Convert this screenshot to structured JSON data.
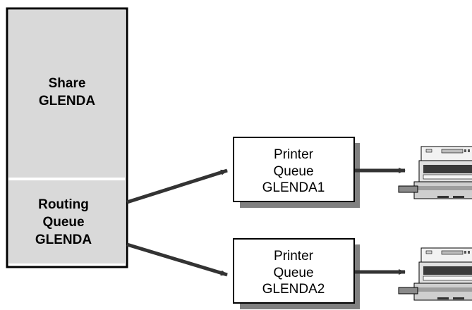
{
  "share": {
    "line1": "Share",
    "line2": "GLENDA"
  },
  "routing_queue": {
    "line1": "Routing",
    "line2": "Queue",
    "line3": "GLENDA"
  },
  "printer_queues": [
    {
      "line1": "Printer",
      "line2": "Queue",
      "line3": "GLENDA1"
    },
    {
      "line1": "Printer",
      "line2": "Queue",
      "line3": "GLENDA2"
    }
  ],
  "icons": {
    "printer": "printer-icon"
  },
  "colors": {
    "server_fill": "#d9d9d9",
    "shadow": "#808080",
    "outline": "#000000",
    "box_fill": "#ffffff"
  }
}
